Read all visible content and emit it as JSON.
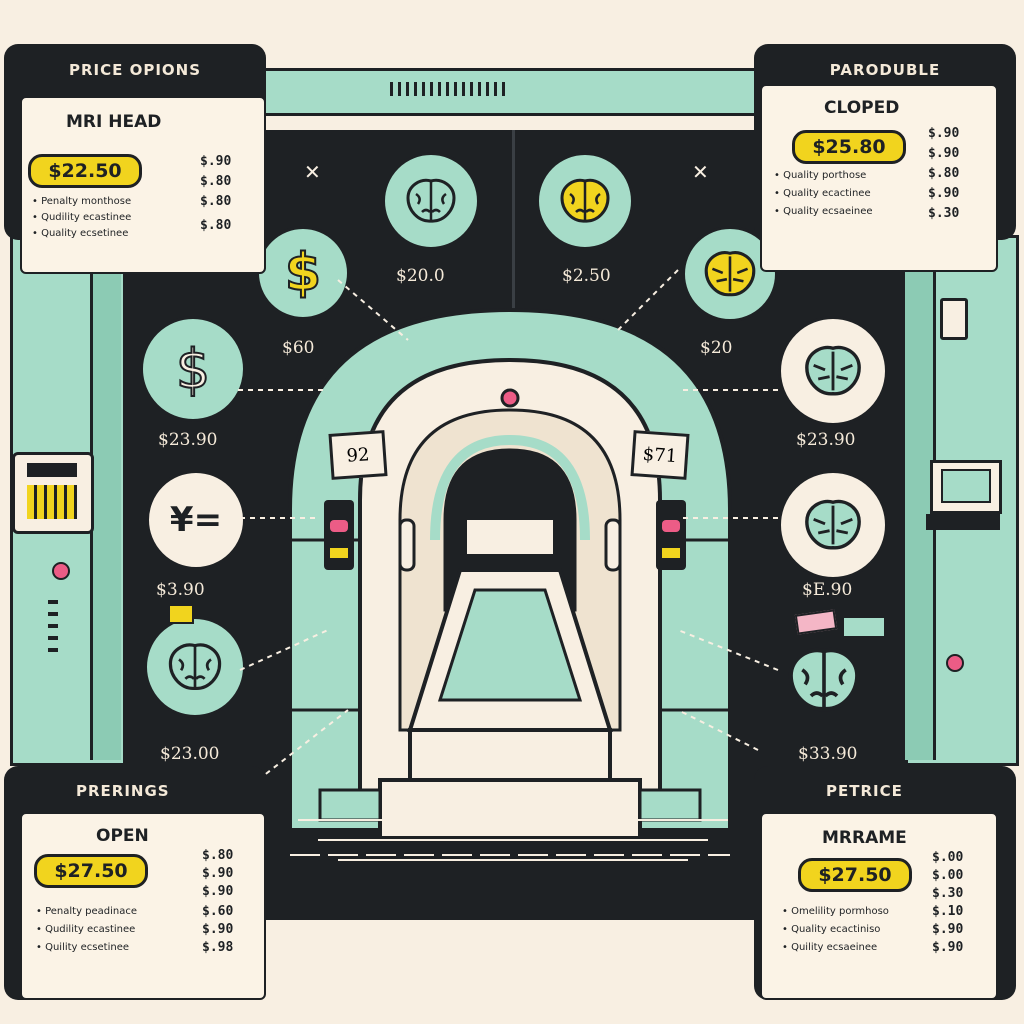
{
  "cards": {
    "top_left": {
      "header": "PRICE OPIONS",
      "title": "MRI HEAD",
      "price": "$22.50",
      "values": [
        "$.90",
        "$.80",
        "$.80",
        "$.80"
      ],
      "features": [
        "Penalty monthose",
        "Qudility ecastinee",
        "Quality ecsetinee"
      ]
    },
    "top_right": {
      "header": "PARODUBLE",
      "title": "CLOPED",
      "price": "$25.80",
      "values": [
        "$.90",
        "$.90",
        "$.80",
        "$.90",
        "$.30"
      ],
      "features": [
        "Quality porthose",
        "Quality ecactinee",
        "Quality ecsaeinee"
      ]
    },
    "bottom_left": {
      "header": "PRERINGS",
      "title": "OPEN",
      "price": "$27.50",
      "values": [
        "$.80",
        "$.90",
        "$.90",
        "$.60",
        "$.90",
        "$.98"
      ],
      "features": [
        "Penalty peadinace",
        "Qudility ecastinee",
        "Quility ecsetinee"
      ]
    },
    "bottom_right": {
      "header": "PETRICE",
      "title": "MRRAME",
      "price": "$27.50",
      "values": [
        "$.00",
        "$.00",
        "$.30",
        "$.10",
        "$.90",
        "$.90"
      ],
      "features": [
        "Omelility pormhoso",
        "Quality ecactiniso",
        "Quility ecsaeinee"
      ]
    }
  },
  "price_labels": {
    "brain_a": "$20.0",
    "brain_b": "$2.50",
    "dollar_a": "$60",
    "yellow_brain": "$20",
    "dollar_b": "$23.90",
    "brain_d": "$23.90",
    "yen": "$3.90",
    "brain_e": "$E.90",
    "brain_f": "$23.00",
    "brain_g": "$33.90"
  },
  "machine": {
    "left_display": "92",
    "right_display": "$71"
  },
  "icons": {
    "yen_symbol": "¥="
  },
  "colors": {
    "mint": "#a6dcc8",
    "dark": "#1e2124",
    "cream": "#f8efe2",
    "yellow": "#f1d41e",
    "pink": "#ec5c86"
  }
}
